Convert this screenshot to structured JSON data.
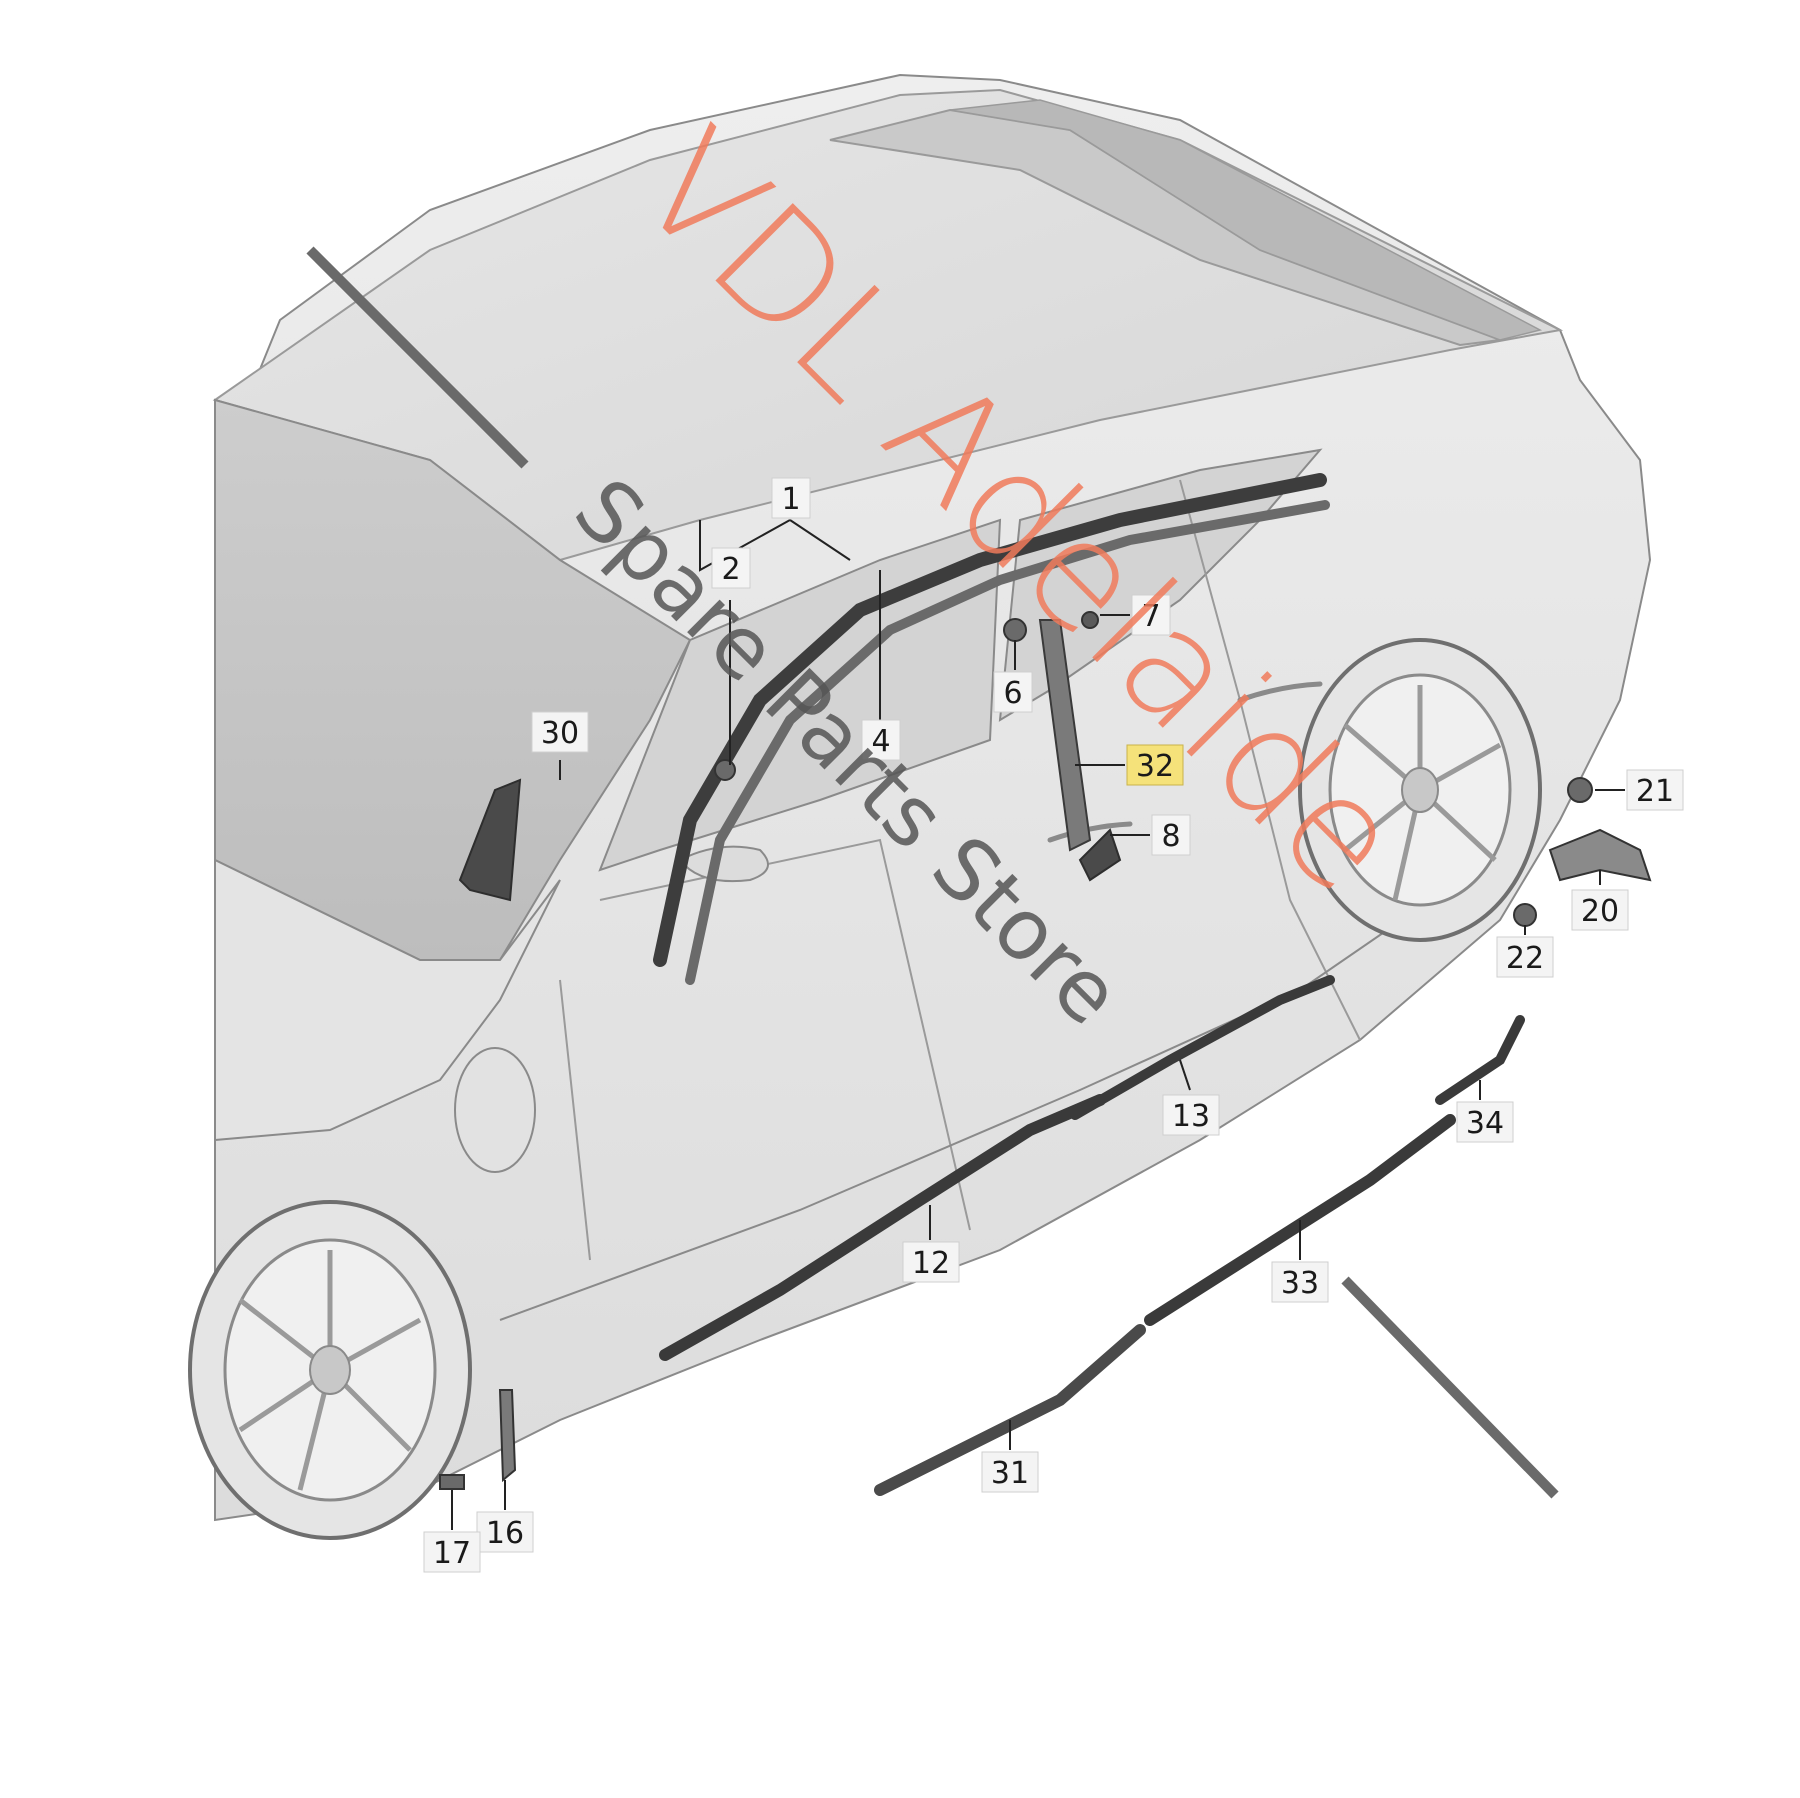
{
  "callouts": [
    {
      "id": "c1",
      "text": "1"
    },
    {
      "id": "c2",
      "text": "2"
    },
    {
      "id": "c4",
      "text": "4"
    },
    {
      "id": "c6",
      "text": "6"
    },
    {
      "id": "c7",
      "text": "7"
    },
    {
      "id": "c8",
      "text": "8"
    },
    {
      "id": "c12",
      "text": "12"
    },
    {
      "id": "c13",
      "text": "13"
    },
    {
      "id": "c16",
      "text": "16"
    },
    {
      "id": "c17",
      "text": "17"
    },
    {
      "id": "c20",
      "text": "20"
    },
    {
      "id": "c21",
      "text": "21"
    },
    {
      "id": "c22",
      "text": "22"
    },
    {
      "id": "c30",
      "text": "30"
    },
    {
      "id": "c31",
      "text": "31"
    },
    {
      "id": "c32",
      "text": "32",
      "highlighted": true
    },
    {
      "id": "c33",
      "text": "33"
    },
    {
      "id": "c34",
      "text": "34"
    }
  ],
  "watermark": {
    "line1": "VDL Adelaide",
    "line2": "Spare Parts Store",
    "color_main": "#f07a5a",
    "color_sub": "#555555"
  },
  "colors": {
    "highlight": "#f5e27a",
    "label_box": "#f4f4f4",
    "body_shade": "#e9e9e9",
    "body_dark": "#cfcfcf",
    "outline": "#8a8a8a",
    "trim_dark": "#3d3d3d",
    "trim_light": "#bdbdbd"
  }
}
